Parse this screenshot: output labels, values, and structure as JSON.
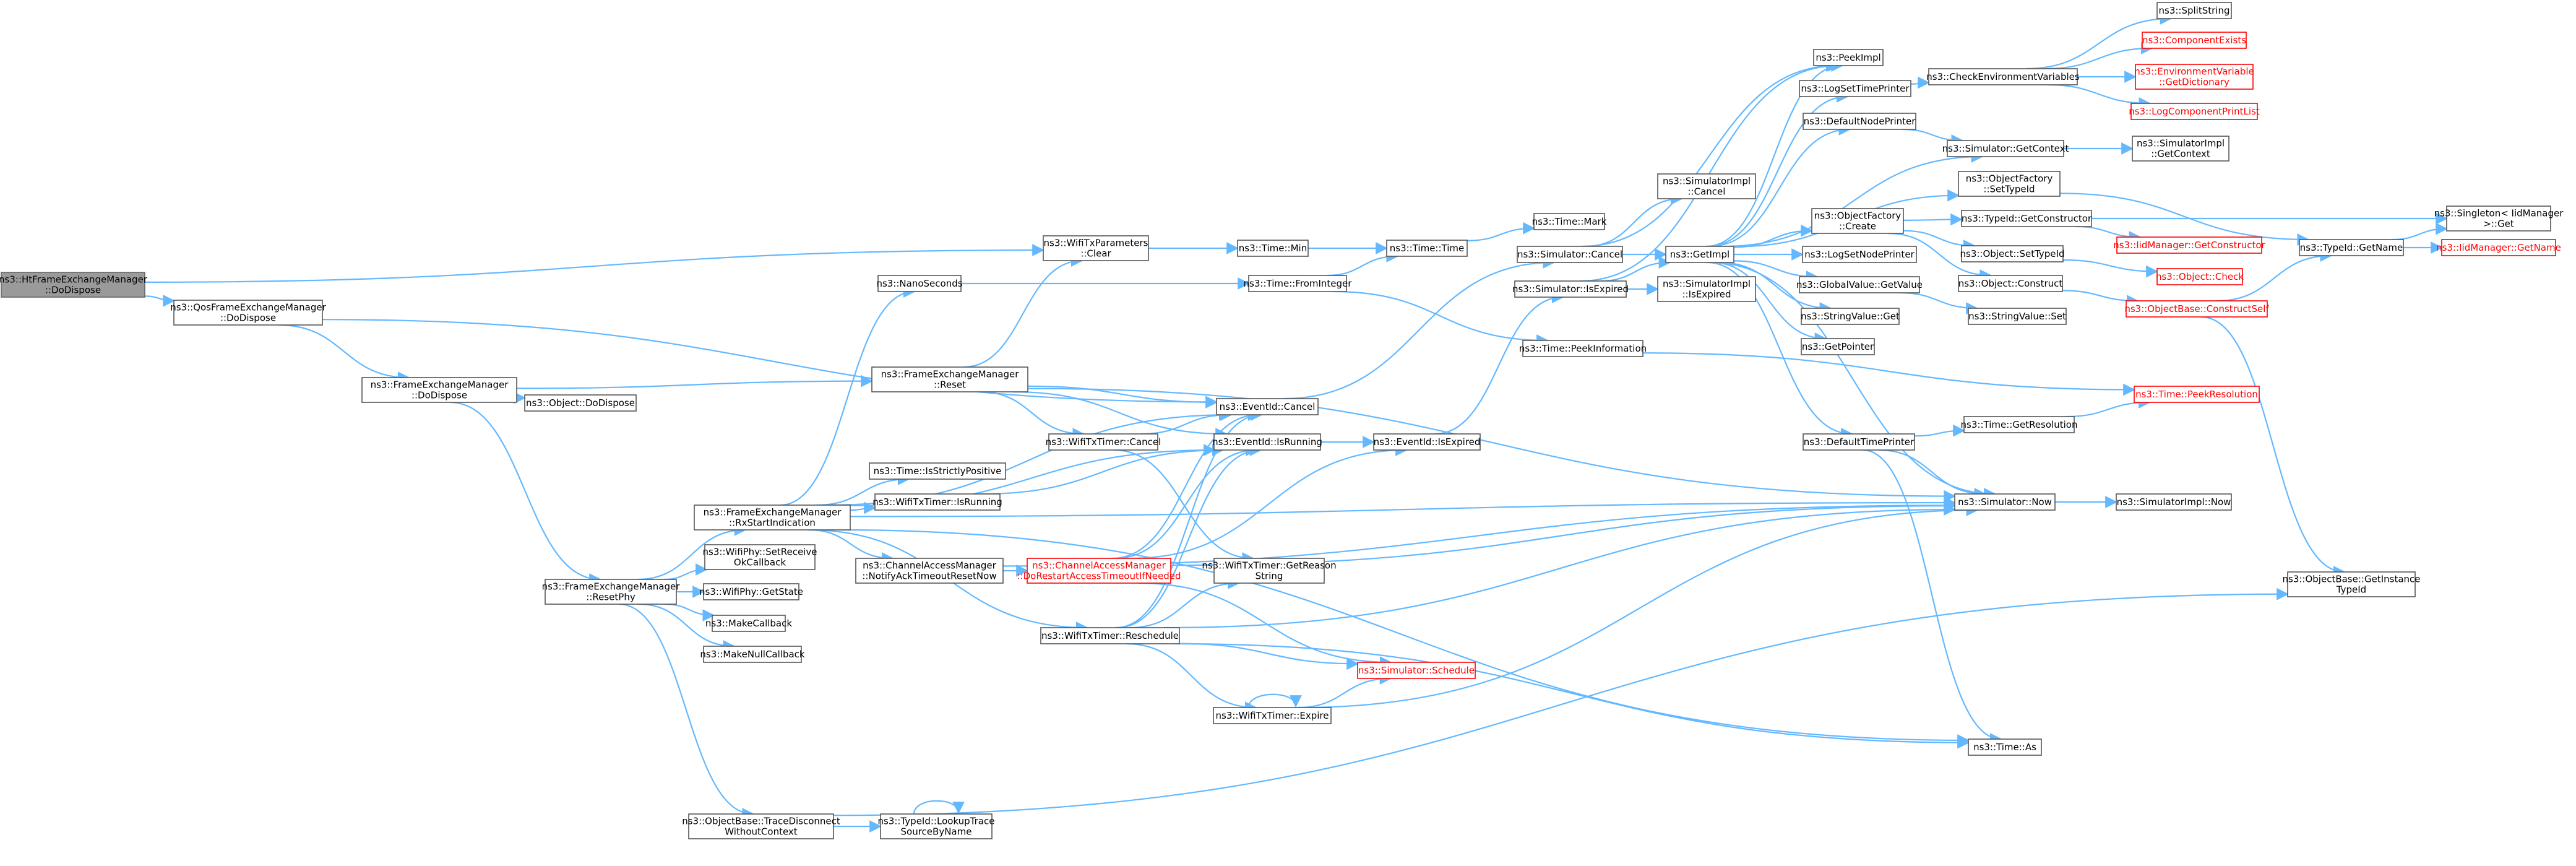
{
  "colors": {
    "edge": "#63b8ff",
    "node_border": "#555555",
    "root_fill": "#9a9a9a",
    "truncated": "#ff0000"
  },
  "nodes": [
    {
      "id": "root",
      "lines": [
        "ns3::HtFrameExchangeManager",
        "::DoDispose"
      ],
      "style": "root"
    },
    {
      "id": "qos",
      "lines": [
        "ns3::QosFrameExchangeManager",
        "::DoDispose"
      ]
    },
    {
      "id": "fem_dispose",
      "lines": [
        "ns3::FrameExchangeManager",
        "::DoDispose"
      ]
    },
    {
      "id": "obj_dispose",
      "lines": [
        "ns3::Object::DoDispose"
      ]
    },
    {
      "id": "fem_resetphy",
      "lines": [
        "ns3::FrameExchangeManager",
        "::ResetPhy"
      ]
    },
    {
      "id": "fem_rxstart",
      "lines": [
        "ns3::FrameExchangeManager",
        "::RxStartIndication"
      ]
    },
    {
      "id": "setreceiveok",
      "lines": [
        "ns3::WifiPhy::SetReceive",
        "OkCallback"
      ]
    },
    {
      "id": "getstate",
      "lines": [
        "ns3::WifiPhy::GetState"
      ]
    },
    {
      "id": "makecb",
      "lines": [
        "ns3::MakeCallback"
      ]
    },
    {
      "id": "makenullcb",
      "lines": [
        "ns3::MakeNullCallback"
      ]
    },
    {
      "id": "tracedisc",
      "lines": [
        "ns3::ObjectBase::TraceDisconnect",
        "WithoutContext"
      ]
    },
    {
      "id": "lookuptrace",
      "lines": [
        "ns3::TypeId::LookupTrace",
        "SourceByName"
      ]
    },
    {
      "id": "nanosec",
      "lines": [
        "ns3::NanoSeconds"
      ]
    },
    {
      "id": "fem_reset",
      "lines": [
        "ns3::FrameExchangeManager",
        "::Reset"
      ]
    },
    {
      "id": "isstrictly",
      "lines": [
        "ns3::Time::IsStrictlyPositive"
      ]
    },
    {
      "id": "txtimer_isrunning",
      "lines": [
        "ns3::WifiTxTimer::IsRunning"
      ]
    },
    {
      "id": "cam_notify",
      "lines": [
        "ns3::ChannelAccessManager",
        "::NotifyAckTimeoutResetNow"
      ]
    },
    {
      "id": "txtimer_cancel",
      "lines": [
        "ns3::WifiTxTimer::Cancel"
      ]
    },
    {
      "id": "txtimer_resched",
      "lines": [
        "ns3::WifiTxTimer::Reschedule"
      ]
    },
    {
      "id": "cam_dorestart",
      "lines": [
        "ns3::ChannelAccessManager",
        "::DoRestartAccessTimeoutIfNeeded"
      ],
      "style": "red"
    },
    {
      "id": "txparams_clear",
      "lines": [
        "ns3::WifiTxParameters",
        "::Clear"
      ]
    },
    {
      "id": "time_min",
      "lines": [
        "ns3::Time::Min"
      ]
    },
    {
      "id": "time_fromint",
      "lines": [
        "ns3::Time::FromInteger"
      ]
    },
    {
      "id": "time_time",
      "lines": [
        "ns3::Time::Time"
      ]
    },
    {
      "id": "time_mark",
      "lines": [
        "ns3::Time::Mark"
      ]
    },
    {
      "id": "eventid_cancel",
      "lines": [
        "ns3::EventId::Cancel"
      ]
    },
    {
      "id": "eventid_isrunning",
      "lines": [
        "ns3::EventId::IsRunning"
      ]
    },
    {
      "id": "txtimer_getreason",
      "lines": [
        "ns3::WifiTxTimer::GetReason",
        "String"
      ]
    },
    {
      "id": "sim_schedule",
      "lines": [
        "ns3::Simulator::Schedule"
      ],
      "style": "red"
    },
    {
      "id": "txtimer_expire",
      "lines": [
        "ns3::WifiTxTimer::Expire"
      ]
    },
    {
      "id": "eventid_isexpired",
      "lines": [
        "ns3::EventId::IsExpired"
      ]
    },
    {
      "id": "sim_cancel",
      "lines": [
        "ns3::Simulator::Cancel"
      ]
    },
    {
      "id": "sim_isexpired",
      "lines": [
        "ns3::Simulator::IsExpired"
      ]
    },
    {
      "id": "time_peekinfo",
      "lines": [
        "ns3::Time::PeekInformation"
      ]
    },
    {
      "id": "simimpl_cancel",
      "lines": [
        "ns3::SimulatorImpl",
        "::Cancel"
      ]
    },
    {
      "id": "getimpl",
      "lines": [
        "ns3::GetImpl"
      ]
    },
    {
      "id": "simimpl_isexpired",
      "lines": [
        "ns3::SimulatorImpl",
        "::IsExpired"
      ]
    },
    {
      "id": "peekimpl",
      "lines": [
        "ns3::PeekImpl"
      ]
    },
    {
      "id": "logsettimeprinter",
      "lines": [
        "ns3::LogSetTimePrinter"
      ]
    },
    {
      "id": "defaultnodeprinter",
      "lines": [
        "ns3::DefaultNodePrinter"
      ]
    },
    {
      "id": "objfactory_create",
      "lines": [
        "ns3::ObjectFactory",
        "::Create"
      ]
    },
    {
      "id": "logsetnodeprinter",
      "lines": [
        "ns3::LogSetNodePrinter"
      ]
    },
    {
      "id": "globalvalue_get",
      "lines": [
        "ns3::GlobalValue::GetValue"
      ]
    },
    {
      "id": "stringvalue_get",
      "lines": [
        "ns3::StringValue::Get"
      ]
    },
    {
      "id": "getpointer",
      "lines": [
        "ns3::GetPointer"
      ]
    },
    {
      "id": "defaulttimeprinter",
      "lines": [
        "ns3::DefaultTimePrinter"
      ]
    },
    {
      "id": "sim_now",
      "lines": [
        "ns3::Simulator::Now"
      ]
    },
    {
      "id": "time_as",
      "lines": [
        "ns3::Time::As"
      ]
    },
    {
      "id": "checkenv",
      "lines": [
        "ns3::CheckEnvironmentVariables"
      ]
    },
    {
      "id": "sim_getcontext",
      "lines": [
        "ns3::Simulator::GetContext"
      ]
    },
    {
      "id": "objfactory_settypeid",
      "lines": [
        "ns3::ObjectFactory",
        "::SetTypeId"
      ]
    },
    {
      "id": "typeid_getctor",
      "lines": [
        "ns3::TypeId::GetConstructor"
      ]
    },
    {
      "id": "obj_settypeid",
      "lines": [
        "ns3::Object::SetTypeId"
      ]
    },
    {
      "id": "obj_construct",
      "lines": [
        "ns3::Object::Construct"
      ]
    },
    {
      "id": "stringvalue_set",
      "lines": [
        "ns3::StringValue::Set"
      ]
    },
    {
      "id": "time_getres",
      "lines": [
        "ns3::Time::GetResolution"
      ]
    },
    {
      "id": "simimpl_now",
      "lines": [
        "ns3::SimulatorImpl::Now"
      ]
    },
    {
      "id": "splitstring",
      "lines": [
        "ns3::SplitString"
      ]
    },
    {
      "id": "componentexists",
      "lines": [
        "ns3::ComponentExists"
      ],
      "style": "red"
    },
    {
      "id": "envvar_getdict",
      "lines": [
        "ns3::EnvironmentVariable",
        "::GetDictionary"
      ],
      "style": "red"
    },
    {
      "id": "logcomponentprint",
      "lines": [
        "ns3::LogComponentPrintList"
      ],
      "style": "red"
    },
    {
      "id": "simimpl_getcontext",
      "lines": [
        "ns3::SimulatorImpl",
        "::GetContext"
      ]
    },
    {
      "id": "idmgr_getctor",
      "lines": [
        "ns3::IidManager::GetConstructor"
      ],
      "style": "red"
    },
    {
      "id": "obj_check",
      "lines": [
        "ns3::Object::Check"
      ],
      "style": "red"
    },
    {
      "id": "objbase_constructself",
      "lines": [
        "ns3::ObjectBase::ConstructSelf"
      ],
      "style": "red"
    },
    {
      "id": "time_peekres",
      "lines": [
        "ns3::Time::PeekResolution"
      ],
      "style": "red"
    },
    {
      "id": "typeid_getname",
      "lines": [
        "ns3::TypeId::GetName"
      ]
    },
    {
      "id": "singleton_get",
      "lines": [
        "ns3::Singleton< IidManager",
        ">::Get"
      ]
    },
    {
      "id": "idmgr_getname",
      "lines": [
        "ns3::IidManager::GetName"
      ],
      "style": "red"
    },
    {
      "id": "objbase_getinstancetypeid",
      "lines": [
        "ns3::ObjectBase::GetInstance",
        "TypeId"
      ]
    }
  ]
}
